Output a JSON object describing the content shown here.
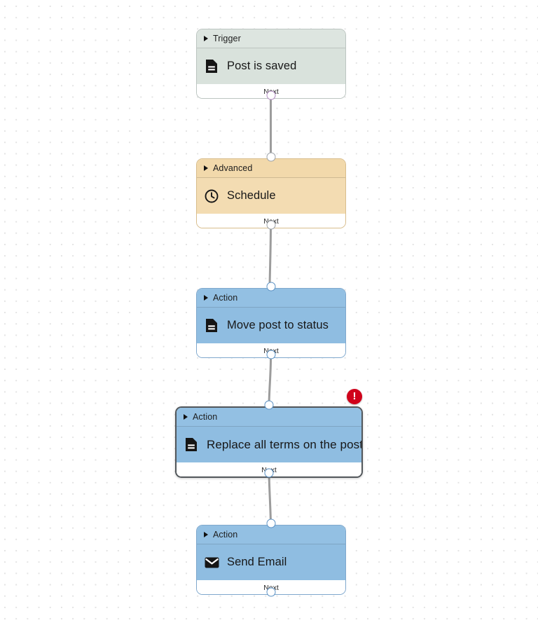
{
  "canvas": {
    "grid": "dot-grid",
    "grid_color": "#e3e3e3",
    "background_color": "#ffffff"
  },
  "palette": {
    "trigger_header": "#dde5e0",
    "trigger_body": "#d9e2dc",
    "advanced_header": "#f2d9ab",
    "advanced_body": "#f3dcb2",
    "action_header": "#93c0e3",
    "action_body": "#8fbde1",
    "selected_border": "#52575b",
    "error_red": "#d0021b",
    "port_purple": "#b18ac2",
    "port_blue": "#5b91c4",
    "port_gray": "#9aa0a6",
    "edge_line": "#9c9c9c"
  },
  "nodes": [
    {
      "id": "trigger-post-is-saved",
      "category": "Trigger",
      "title": "Post is saved",
      "icon": "document-icon",
      "footer_label": "Next",
      "selected": false,
      "has_error": false
    },
    {
      "id": "advanced-schedule",
      "category": "Advanced",
      "title": "Schedule",
      "icon": "clock-icon",
      "footer_label": "Next",
      "selected": false,
      "has_error": false
    },
    {
      "id": "action-move-post-to-status",
      "category": "Action",
      "title": "Move post to status",
      "icon": "document-icon",
      "footer_label": "Next",
      "selected": false,
      "has_error": false
    },
    {
      "id": "action-replace-all-terms",
      "category": "Action",
      "title": "Replace all terms on the post",
      "icon": "document-icon",
      "footer_label": "Next",
      "selected": true,
      "has_error": true,
      "error_symbol": "!"
    },
    {
      "id": "action-send-email",
      "category": "Action",
      "title": "Send Email",
      "icon": "envelope-icon",
      "footer_label": "Next",
      "selected": false,
      "has_error": false
    }
  ]
}
